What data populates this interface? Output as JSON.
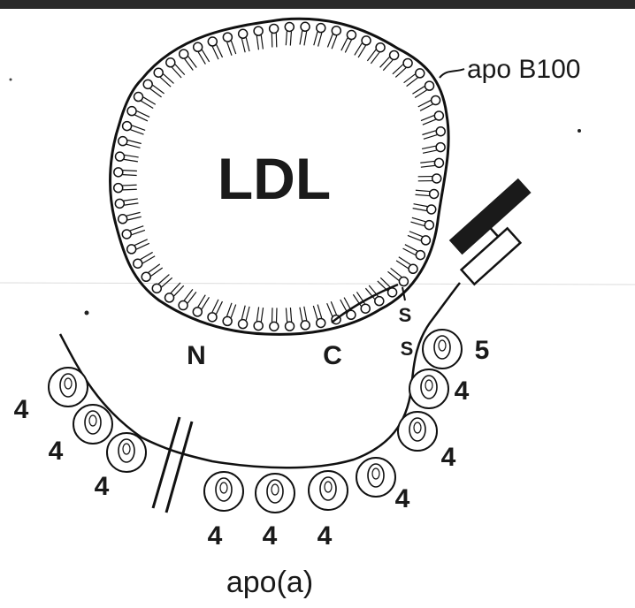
{
  "diagram": {
    "center_label": "LDL",
    "apoB_label": "apo B100",
    "apoA_label": "apo(a)",
    "terminus_n": "N",
    "terminus_c": "C",
    "disulfide_top": "S",
    "disulfide_bottom": "S",
    "kringle_labels": {
      "k5": "5",
      "right_upper": "4",
      "right_mid": "4",
      "right_low": "4",
      "bottom_1": "4",
      "bottom_2": "4",
      "bottom_3": "4",
      "left_1": "4",
      "left_2": "4",
      "left_3": "4"
    }
  }
}
